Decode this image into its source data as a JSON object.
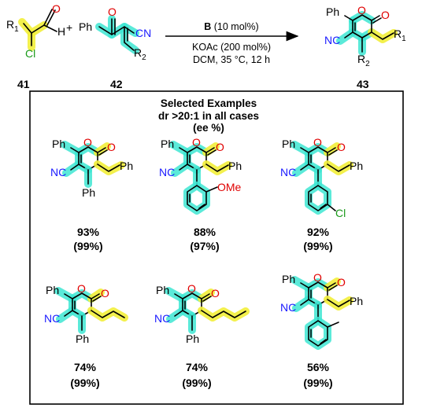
{
  "scheme": {
    "reagents": {
      "catalyst_letter": "B",
      "catalyst_loading": "(10 mol%)",
      "line2": "KOAc (200 mol%)",
      "line3": "DCM, 35 °C, 12 h"
    },
    "compounds": [
      {
        "number": "41"
      },
      {
        "number": "42"
      },
      {
        "number": "43"
      }
    ],
    "atoms": {
      "O": "O",
      "H": "H",
      "Cl": "Cl",
      "R": "R",
      "sub1": "1",
      "sub2": "2",
      "Ph": "Ph",
      "CN": "CN",
      "NC": "NC",
      "OMe": "OMe"
    },
    "plus": "+"
  },
  "examples_box": {
    "title": "Selected Examples",
    "subtitle": "dr >20:1 in all cases",
    "note": "(ee %)",
    "examples": [
      {
        "yield": "93%",
        "ee": "(99%)"
      },
      {
        "yield": "88%",
        "ee": "(97%)"
      },
      {
        "yield": "92%",
        "ee": "(99%)"
      },
      {
        "yield": "74%",
        "ee": "(99%)"
      },
      {
        "yield": "74%",
        "ee": "(99%)"
      },
      {
        "yield": "56%",
        "ee": "(99%)"
      }
    ]
  }
}
